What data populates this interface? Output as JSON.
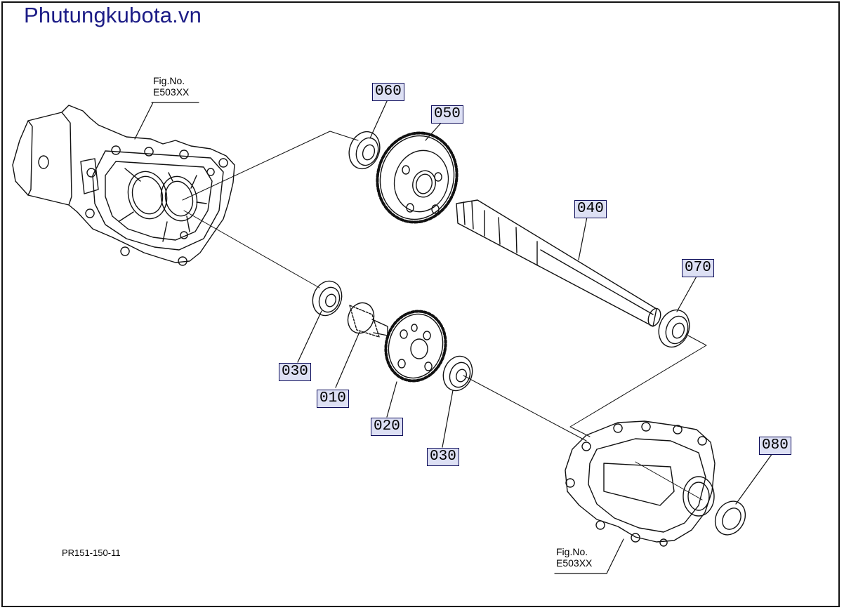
{
  "brand": {
    "text": "Phutungkubota.vn",
    "color": "#1c1c86"
  },
  "diagram_code": "PR151-150-11",
  "figure_refs": [
    {
      "line1": "Fig.No.",
      "line2": "E503XX"
    },
    {
      "line1": "Fig.No.",
      "line2": "E503XX"
    }
  ],
  "callouts": {
    "c060": "060",
    "c050": "050",
    "c040": "040",
    "c070": "070",
    "c030a": "030",
    "c010": "010",
    "c020": "020",
    "c030b": "030",
    "c080": "080"
  },
  "colors": {
    "callout_fill": "#dde0f4",
    "callout_border": "#0d0d5a",
    "line": "#111111"
  }
}
